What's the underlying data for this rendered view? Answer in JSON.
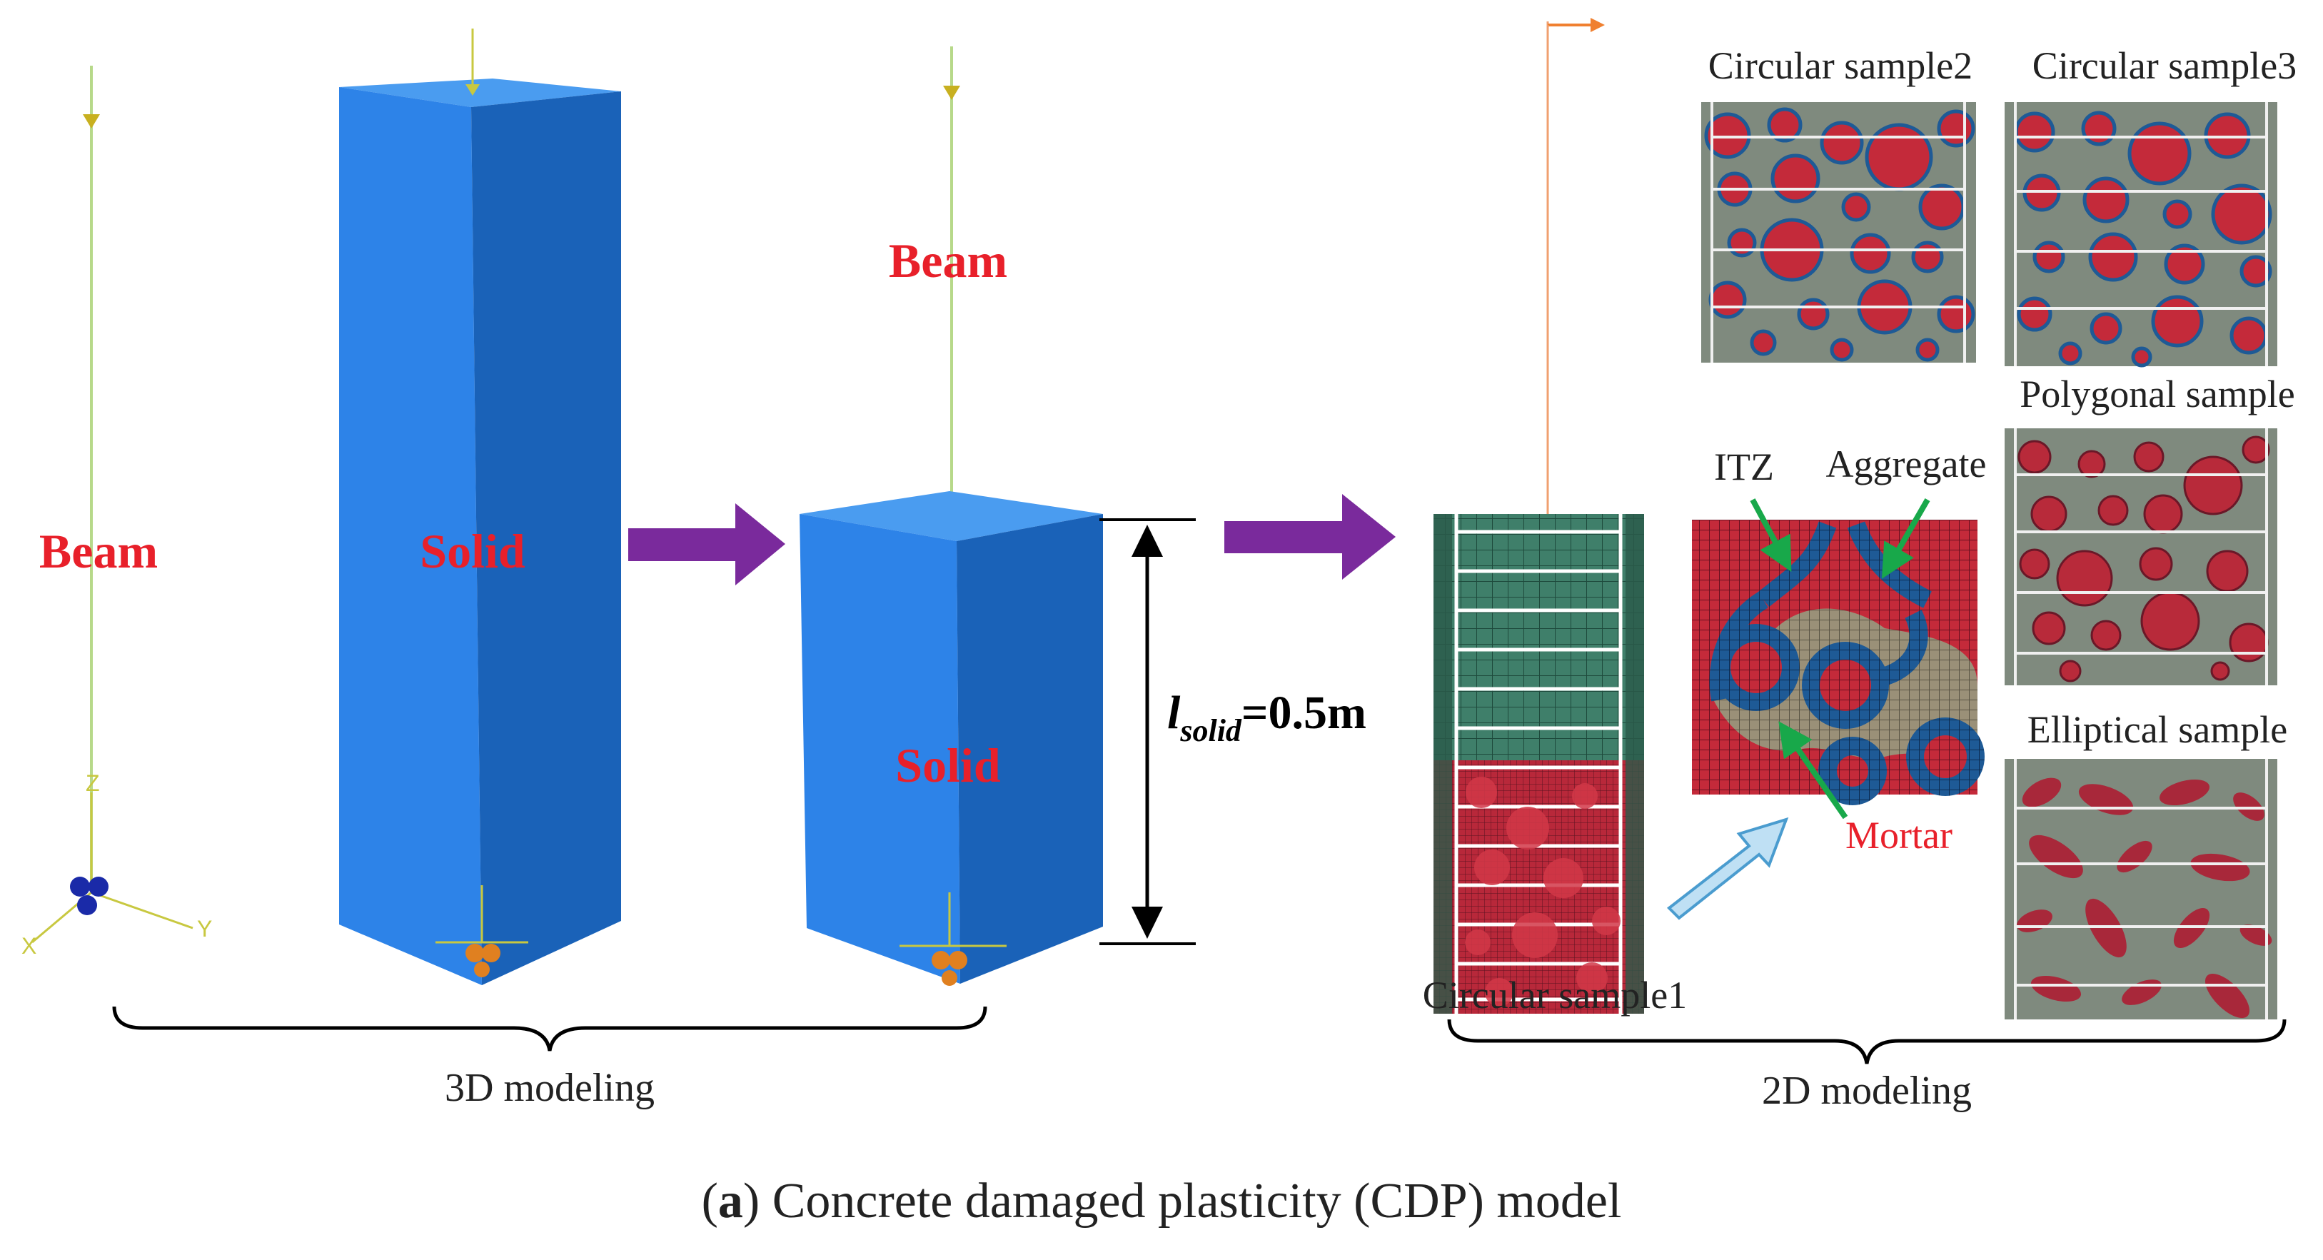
{
  "labels": {
    "beam_left": "Beam",
    "solid_tall": "Solid",
    "beam_right": "Beam",
    "solid_short": "Solid",
    "length_symbol": "l",
    "length_subscript": "solid",
    "length_value": "=0.5m",
    "itz": "ITZ",
    "aggregate": "Aggregate",
    "mortar": "Mortar",
    "circular_sample1": "Circular sample1",
    "circular_sample2": "Circular sample2",
    "circular_sample3": "Circular sample3",
    "polygonal_sample": "Polygonal sample",
    "elliptical_sample": "Elliptical sample",
    "group_3d": "3D modeling",
    "group_2d": "2D modeling"
  },
  "axes": {
    "x": "X",
    "y": "Y",
    "z": "Z"
  },
  "caption": {
    "letter": "a",
    "text": " Concrete damaged plasticity (CDP) model"
  },
  "colors": {
    "solid_front": "#2d83e8",
    "solid_side": "#1a62b8",
    "solid_top": "#4a9cf0",
    "beam_line": "#b7d98a",
    "arrow_purple": "#7a2a9c",
    "label_red": "#e8202a",
    "mortar_red": "#c42a3a",
    "itz_blue": "#1e5a96",
    "matrix_gray": "#7f8a7e",
    "mesh_green": "#3f7f6a",
    "pointer_green": "#18a84a"
  }
}
